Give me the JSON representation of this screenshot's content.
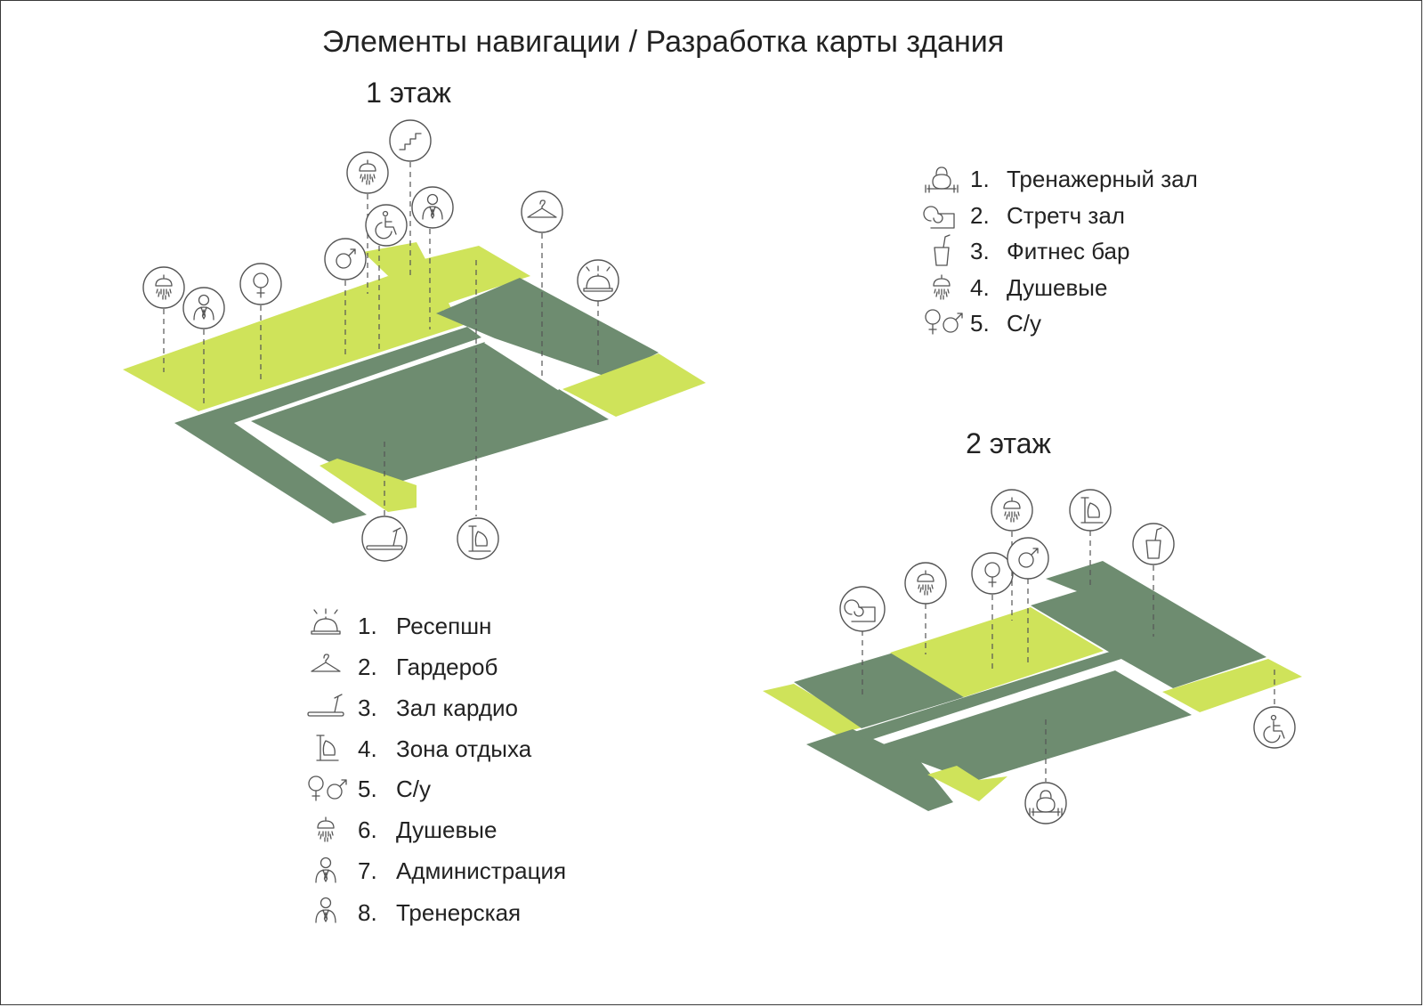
{
  "title": "Элементы навигации / Разработка карты здания",
  "colors": {
    "zone_light": "#cfe35a",
    "zone_dark": "#6e8c70",
    "line": "#555555",
    "background": "#ffffff"
  },
  "floor1": {
    "label": "1 этаж",
    "legend": [
      {
        "number": "1.",
        "label": "Ресепшн",
        "icon": "reception-bell-icon"
      },
      {
        "number": "2.",
        "label": "Гардероб",
        "icon": "hanger-icon"
      },
      {
        "number": "3.",
        "label": "Зал кардио",
        "icon": "treadmill-icon"
      },
      {
        "number": "4.",
        "label": "Зона отдыха",
        "icon": "lounge-chair-icon"
      },
      {
        "number": "5.",
        "label": "С/у",
        "icon": "gender-symbols-icon"
      },
      {
        "number": "6.",
        "label": "Душевые",
        "icon": "shower-icon"
      },
      {
        "number": "7.",
        "label": "Администрация",
        "icon": "admin-person-icon"
      },
      {
        "number": "8.",
        "label": "Тренерская",
        "icon": "trainer-person-icon"
      }
    ]
  },
  "floor2": {
    "label": "2 этаж",
    "legend": [
      {
        "number": "1.",
        "label": "Тренажерный зал",
        "icon": "kettlebell-icon"
      },
      {
        "number": "2.",
        "label": "Стретч зал",
        "icon": "yoga-mat-icon"
      },
      {
        "number": "3.",
        "label": "Фитнес бар",
        "icon": "drink-cup-icon"
      },
      {
        "number": "4.",
        "label": "Душевые",
        "icon": "shower-icon"
      },
      {
        "number": "5.",
        "label": "С/у",
        "icon": "gender-symbols-icon"
      }
    ]
  }
}
